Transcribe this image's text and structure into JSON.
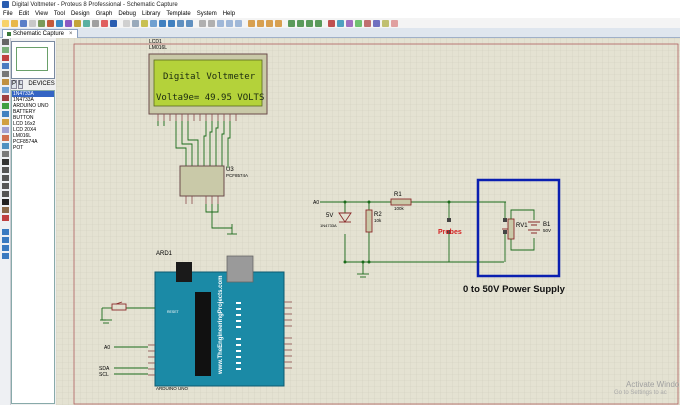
{
  "window": {
    "title": "Digital Voltmeter - Proteus 8 Professional - Schematic Capture"
  },
  "menu": [
    "File",
    "Edit",
    "View",
    "Tool",
    "Design",
    "Graph",
    "Debug",
    "Library",
    "Template",
    "System",
    "Help"
  ],
  "tab": {
    "label": "Schematic Capture",
    "close": "×"
  },
  "picker": {
    "p_label": "P",
    "l_label": "L",
    "devices_label": "DEVICES"
  },
  "devices": [
    "1N4733A",
    "1N4733A",
    "ARDUINO UNO",
    "BATTERY",
    "BUTTON",
    "LCD 16x2",
    "LCD 20X4",
    "LM016L",
    "PCF8574A",
    "POT"
  ],
  "schematic": {
    "lcd_ref": "LCD1",
    "lcd_part": "LM016L",
    "lcd_line1": "Digital Voltmeter",
    "lcd_line2": "Volta9e= 49.95 VOLTS",
    "u3_ref": "U3",
    "u3_part": "PCF8574A",
    "ard_ref": "ARD1",
    "ard_part": "ARDUINO UNO",
    "ard_brand": "www.TheEngineeringProjects.com",
    "ard_reset": "RESET",
    "d1_label": "5V",
    "d1_part": "1N4733A",
    "r1_ref": "R1",
    "r1_val": "100k",
    "r2_ref": "R2",
    "r2_val": "10k",
    "probes_label": "Probes",
    "rv1_ref": "RV1",
    "b1_ref": "B1",
    "b1_val": "50V",
    "power_caption": "0 to 50V Power Supply",
    "net_a0_1": "A0",
    "net_a0_2": "A0",
    "net_sda": "SDA",
    "net_scl": "SCL"
  },
  "watermark": {
    "line1": "Activate Windo",
    "line2": "Go to Settings to ac"
  },
  "colors": {
    "power_box": "#0a1fb0",
    "probes_label": "#d42020",
    "lcd_screen": "#b4d23a",
    "arduino_board": "#1b8aa6",
    "wire": "#1a6b1a",
    "canvas": "#e4e2d2",
    "sheet_border": "#b06060"
  }
}
